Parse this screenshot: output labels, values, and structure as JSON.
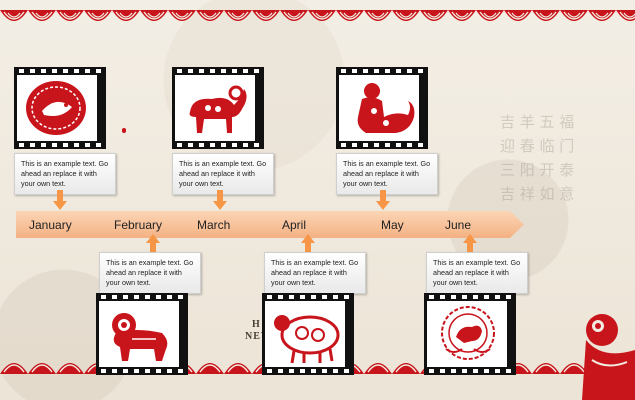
{
  "timeline": {
    "months": [
      "January",
      "February",
      "March",
      "April",
      "May",
      "June"
    ]
  },
  "callouts_top": [
    {
      "text": "This is an example text. Go ahead an replace it with your own text.",
      "image": "rat-papercut"
    },
    {
      "text": "This is an example text. Go ahead an replace it with your own text.",
      "image": "goat-papercut"
    },
    {
      "text": "This is an example text. Go ahead an replace it with your own text.",
      "image": "child-riding-goat-papercut"
    }
  ],
  "callouts_bottom": [
    {
      "text": "This is an example text. Go ahead an replace it with your own text.",
      "image": "ram-papercut"
    },
    {
      "text": "This is an example text. Go ahead an replace it with your own text.",
      "image": "sheep-papercut"
    },
    {
      "text": "This is an example text. Go ahead an replace it with your own text.",
      "image": "goat-medallion-papercut"
    }
  ],
  "watermark": {
    "line1": "H                    E",
    "line2": "NEW Y            E GOAT"
  },
  "colors": {
    "papercut_red": "#c8141b",
    "timeline_orange": "#f4b183",
    "arrow_orange": "#f79646",
    "film_black": "#111111"
  }
}
